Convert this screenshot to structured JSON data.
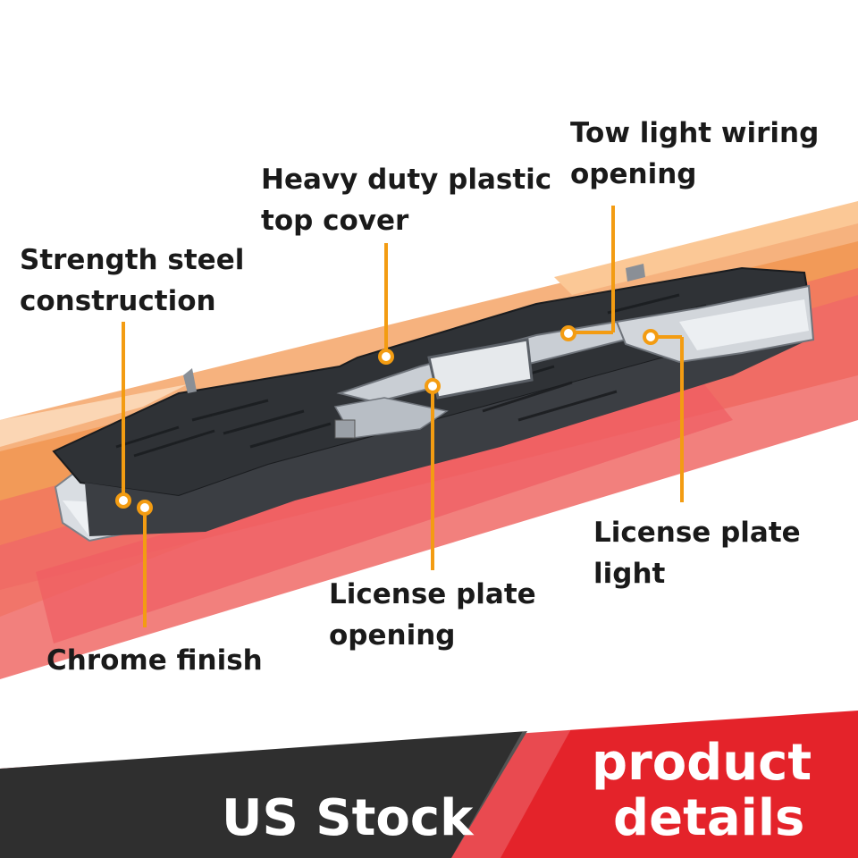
{
  "product": "rear step bumper",
  "callouts": [
    {
      "id": "strength",
      "lines": [
        "Strength steel",
        "construction"
      ]
    },
    {
      "id": "plastic",
      "lines": [
        "Heavy duty plastic",
        "top cover"
      ]
    },
    {
      "id": "tow",
      "lines": [
        "Tow light wiring",
        "opening"
      ]
    },
    {
      "id": "chrome",
      "lines": [
        "Chrome finish"
      ]
    },
    {
      "id": "plate-opening",
      "lines": [
        "License plate",
        "opening"
      ]
    },
    {
      "id": "plate-light",
      "lines": [
        "License plate",
        "light"
      ]
    }
  ],
  "banner": {
    "left_text": "US Stock",
    "right_line1": "product",
    "right_line2": "details"
  },
  "colors": {
    "callout_orange": "#f39c12",
    "banner_red": "#e4232a",
    "banner_dark": "#2f2f2f",
    "brush_orange": "#f29a58",
    "brush_pink": "#f0706a"
  }
}
